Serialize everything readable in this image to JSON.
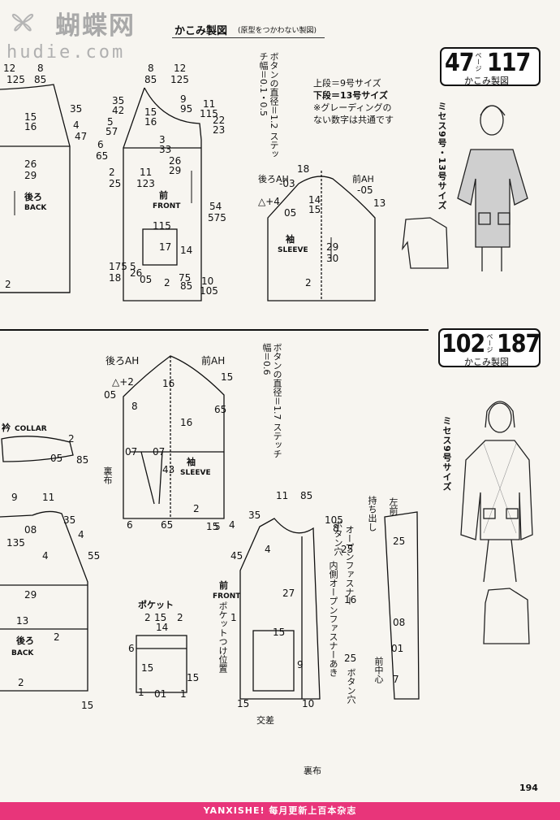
{
  "site": {
    "name": "蝴蝶网",
    "url": "hudie.com"
  },
  "header": {
    "title": "かこみ製図",
    "subtitle": "(原型をつかわない製図)"
  },
  "size_note": {
    "line1": "上段＝9号サイズ",
    "line2": "下段＝13号サイズ",
    "line3": "※グレーディングの",
    "line4": "ない数字は共通です"
  },
  "top_section": {
    "badge": {
      "page_pre": "47",
      "page_unit": "ページ",
      "model": "117",
      "label": "かこみ製図"
    },
    "size_label": "ミセス9号・13号サイズ",
    "button_note": "ボタンの直径＝1.2 ステッチ幅＝0.1・0.5",
    "back": {
      "title": "後ろ",
      "sub": "BACK"
    },
    "front": {
      "title": "前",
      "sub": "FRONT"
    },
    "sleeve": {
      "title": "袖",
      "sub": "SLEEVE",
      "back_ah": "後ろAH",
      "front_ah": "前AH"
    }
  },
  "bottom_section": {
    "badge": {
      "page_pre": "102",
      "page_unit": "ページ",
      "model": "187",
      "label": "かこみ製図"
    },
    "size_label": "ミセス9号サイズ",
    "button_note": "ボタンの直径＝1.7 ステッチ幅＝0.6",
    "collar": {
      "title": "衿",
      "sub": "COLLAR"
    },
    "back": {
      "title": "後ろ",
      "sub": "BACK"
    },
    "front": {
      "title": "前",
      "sub": "FRONT"
    },
    "sleeve": {
      "title": "袖",
      "sub": "SLEEVE",
      "back_ah": "後ろAH",
      "front_ah": "前AH"
    },
    "pocket": {
      "title": "ポケット"
    },
    "lining": "裏布",
    "notes": {
      "button_hole": "ボタン穴",
      "open_fastener": "オープンファスナー",
      "inner_fastener": "内側オープンファスナーあき",
      "pocket_position": "ポケットつけ位置",
      "strap_left": "持ち出し",
      "strap_right": "左前",
      "front_center": "前中心",
      "cross": "交差"
    }
  },
  "footer": {
    "text": "YANXISHE! 每月更新上百本杂志"
  },
  "page_number": "194"
}
